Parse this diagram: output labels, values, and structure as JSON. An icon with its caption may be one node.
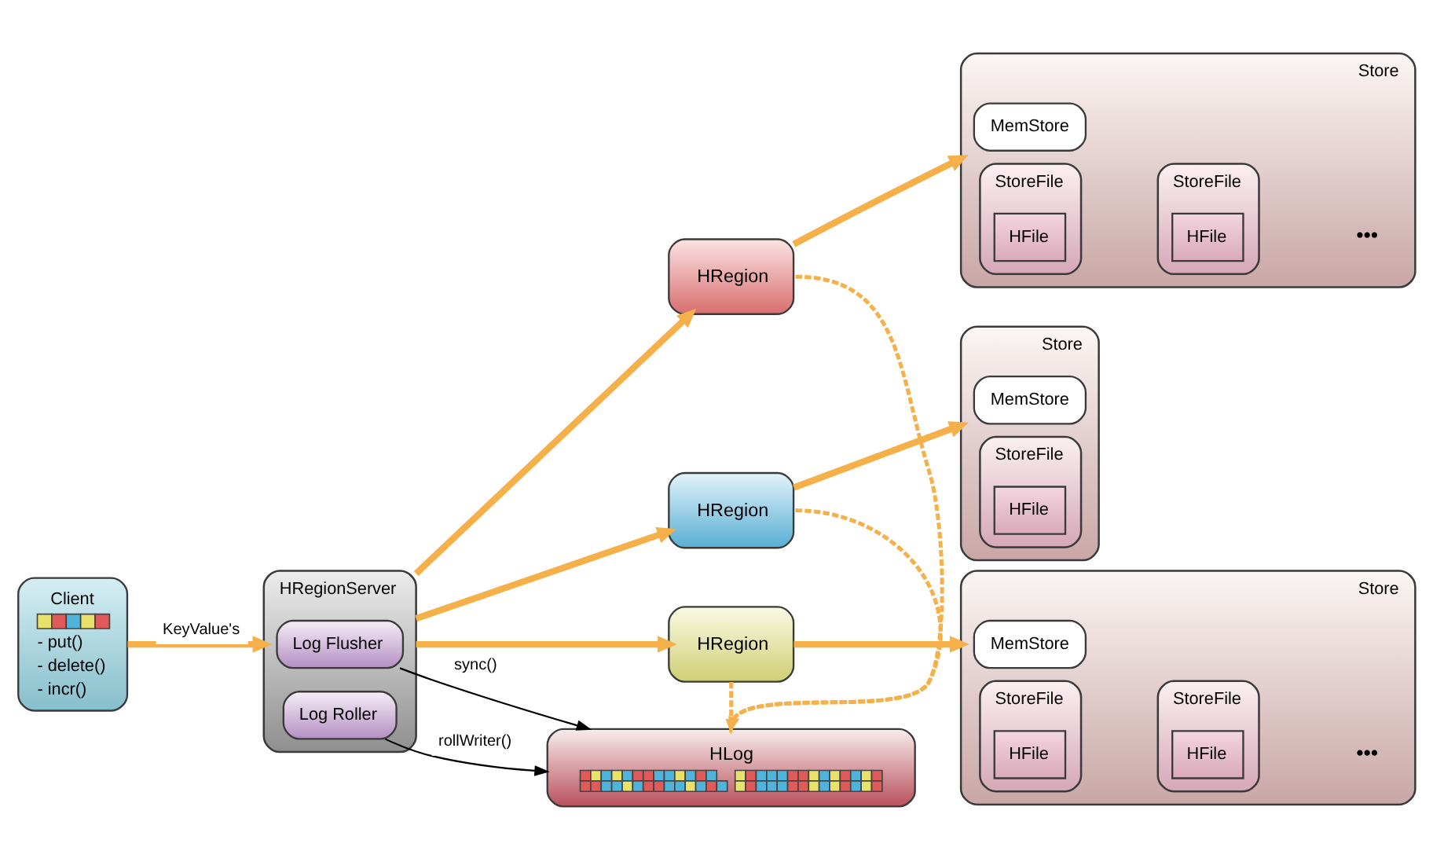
{
  "diagram": {
    "nodes": [
      {
        "text": [
          "Client",
          "- put()",
          "- delete()",
          "- incr()"
        ]
      },
      {
        "text": [
          "HRegionServer"
        ]
      },
      {
        "text": [
          "HRegion"
        ]
      },
      {
        "text": [
          "Store"
        ]
      },
      {
        "text": [
          "MemStore"
        ],
        "in": 3
      },
      {
        "text": [
          "StoreFile"
        ],
        "in": 3
      },
      {
        "text": [
          "HFile"
        ],
        "in": 5
      },
      {
        "text": [
          "StoreFile"
        ],
        "in": 3
      },
      {
        "text": [
          "HFile"
        ],
        "in": 7
      },
      {
        "text": [
          "HRegion"
        ]
      },
      {
        "text": [
          "Store"
        ]
      },
      {
        "text": [
          "MemStore"
        ],
        "in": 10
      },
      {
        "text": [
          "StoreFile"
        ],
        "in": 10
      },
      {
        "text": [
          "HFile"
        ],
        "in": 12
      },
      {
        "text": [
          "HRegion"
        ]
      },
      {
        "text": [
          "Store"
        ]
      },
      {
        "text": [
          "MemStore"
        ],
        "in": 15
      },
      {
        "text": [
          "StoreFile"
        ],
        "in": 15
      },
      {
        "text": [
          "HFile"
        ],
        "in": 17
      },
      {
        "text": [
          "StoreFile"
        ],
        "in": 15
      },
      {
        "text": [
          "HFile"
        ],
        "in": 19
      },
      {
        "text": [
          "Log Flusher"
        ],
        "in": 1
      },
      {
        "text": [
          "Log Roller"
        ],
        "in": 1
      },
      {
        "text": [
          "HLog"
        ]
      }
    ],
    "edges": [
      {
        "from": 0,
        "to": 1,
        "arrow": "to",
        "label": "KeyValue's"
      },
      {
        "from": 1,
        "to": 2,
        "arrow": "to"
      },
      {
        "from": 1,
        "to": 9,
        "arrow": "to"
      },
      {
        "from": 1,
        "to": 14,
        "arrow": "to"
      },
      {
        "from": 2,
        "to": 3,
        "arrow": "to"
      },
      {
        "from": 9,
        "to": 10,
        "arrow": "to"
      },
      {
        "from": 14,
        "to": 15,
        "arrow": "to"
      },
      {
        "from": 2,
        "to": 23,
        "arrow": "to",
        "style": "dashed"
      },
      {
        "from": 9,
        "to": 23,
        "arrow": "to",
        "style": "dashed"
      },
      {
        "from": 14,
        "to": 23,
        "arrow": "to",
        "style": "dashed"
      },
      {
        "from": 21,
        "to": 23,
        "arrow": "to",
        "label": "sync()",
        "color": "#000000"
      },
      {
        "from": 22,
        "to": 23,
        "arrow": "to",
        "label": "rollWriter()",
        "color": "#000000"
      }
    ],
    "labels": [
      "•••",
      "•••"
    ]
  }
}
